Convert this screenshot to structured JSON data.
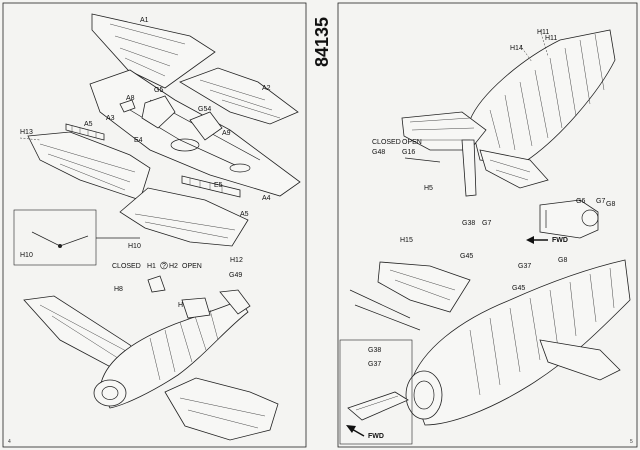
{
  "kit_number": "84135",
  "page_numbers": {
    "left": "4",
    "right": "5"
  },
  "left_page": {
    "labels": {
      "a1": "A1",
      "a2": "A2",
      "a3": "A3",
      "a4": "A4",
      "a5a": "A5",
      "a5b": "A5",
      "a8": "A8",
      "a9": "A9",
      "e4": "E4",
      "e5": "E5",
      "g5": "G5",
      "g54": "G54",
      "g49": "G49",
      "h6": "H6",
      "h8": "H8",
      "h10a": "H10",
      "h10b": "H10",
      "h12": "H12",
      "h13": "H13"
    },
    "canopy_note": {
      "closed": "CLOSED",
      "h1": "H1",
      "h2": "H2",
      "open": "OPEN"
    }
  },
  "right_page": {
    "labels": {
      "h11a": "H11",
      "h11b": "H11",
      "h14": "H14",
      "h5": "H5",
      "h15": "H15",
      "g6": "G6",
      "g7a": "G7",
      "g7b": "G7",
      "g8a": "G8",
      "g8b": "G8",
      "g16": "G16",
      "g37a": "G37",
      "g37b": "G37",
      "g38a": "G38",
      "g38b": "G38",
      "g45a": "G45",
      "g45b": "G45",
      "g48": "G48"
    },
    "option_note": {
      "closed": "CLOSED",
      "open": "OPEN"
    },
    "fwd_top": "FWD",
    "fwd_bottom": "FWD"
  }
}
